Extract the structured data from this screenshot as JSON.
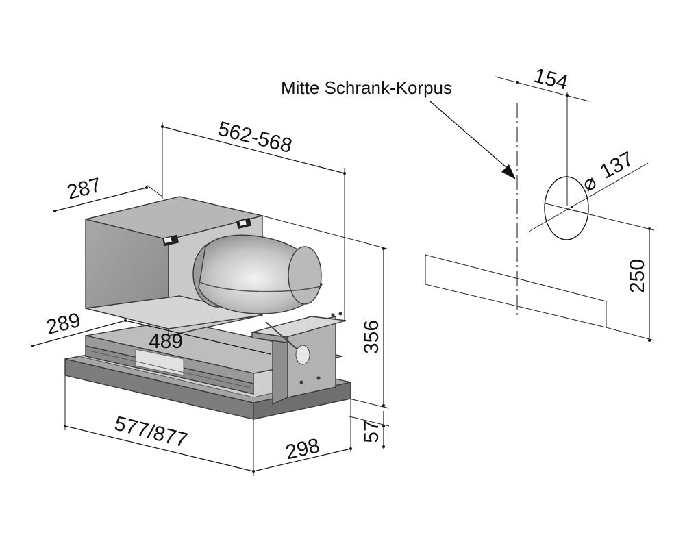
{
  "dimensions": {
    "depth_top": "287",
    "width_top": "562-568",
    "depth_bottom": "289",
    "inner_width": "489",
    "height": "356",
    "front_width": "577/877",
    "front_depth": "298",
    "panel_height": "57",
    "offset": "154",
    "duct_diameter": "137",
    "duct_height": "250"
  },
  "labels": {
    "cabinet_center": "Mitte Schrank-Korpus",
    "diameter_symbol": "⌀"
  },
  "colors": {
    "housing_light": "#c8c8c8",
    "housing_mid": "#a9a9a9",
    "housing_dark": "#8e8e8e",
    "panel": "#7a7a7a",
    "duct": "#bdbdbd",
    "line": "#111111"
  }
}
